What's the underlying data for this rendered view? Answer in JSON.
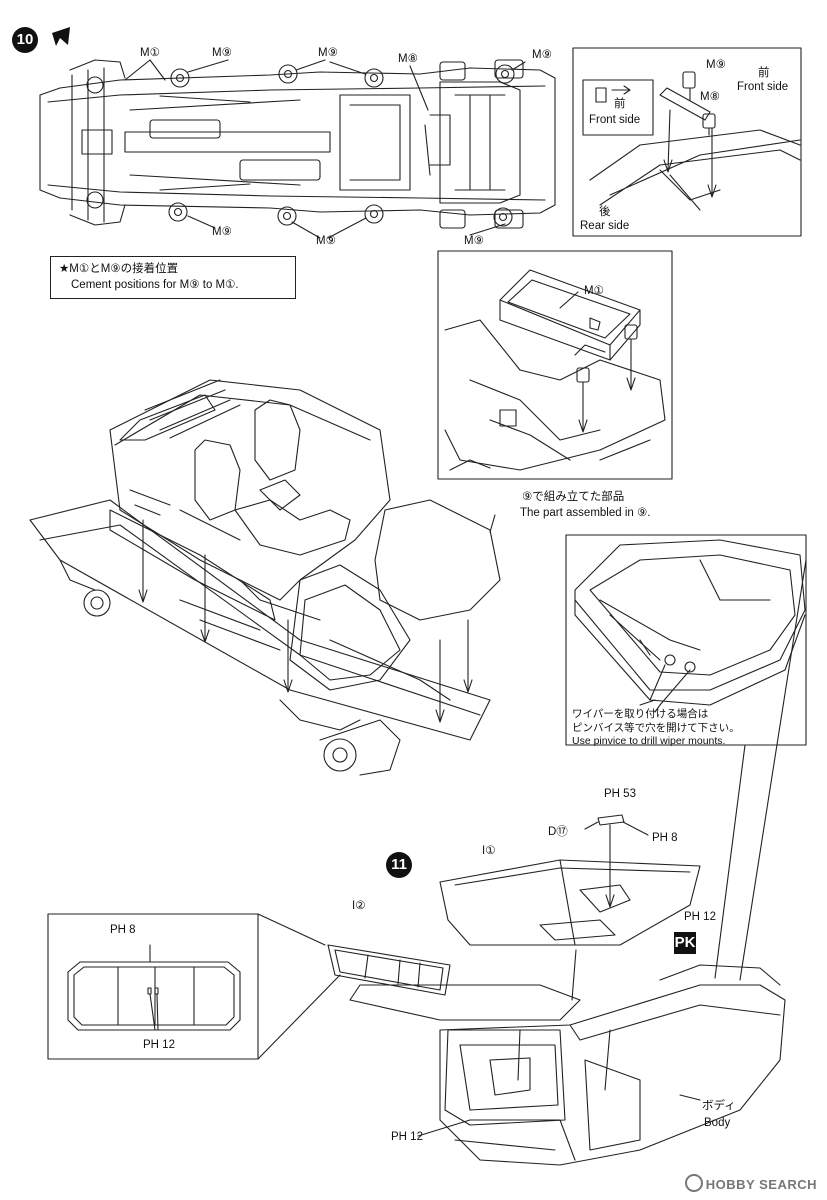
{
  "steps": {
    "ten": "10",
    "eleven": "11"
  },
  "step10": {
    "top_labels": [
      {
        "id": "m1-top",
        "text": "M①"
      },
      {
        "id": "m9-top-a",
        "text": "M⑨"
      },
      {
        "id": "m9-top-b",
        "text": "M⑨"
      },
      {
        "id": "m8-top",
        "text": "M⑧"
      },
      {
        "id": "m9-top-c",
        "text": "M⑨"
      },
      {
        "id": "m9-bot-a",
        "text": "M⑨"
      },
      {
        "id": "m9-bot-b",
        "text": "M⑨"
      },
      {
        "id": "m9-bot-c",
        "text": "M⑨"
      }
    ],
    "cement_note_jp": "★M①とM⑨の接着位置",
    "cement_note_en": "Cement positions for M⑨ to M①.",
    "detail_panel": {
      "m9": "M⑨",
      "m8": "M⑧",
      "front_jp": "前",
      "front_en": "Front side",
      "legend_front_jp": "前",
      "legend_front_en": "Front side",
      "rear_jp": "後",
      "rear_en": "Rear side"
    },
    "m1_detail_label": "M①",
    "assembled_note_jp": "⑨で組み立てた部品",
    "assembled_note_en": "The part assembled in ⑨."
  },
  "step11": {
    "wiper_note_jp1": "ワイパーを取り付ける場合は",
    "wiper_note_jp2": "ピンバイス等で穴を開けて下さい。",
    "wiper_note_en": "Use pinvice to drill wiper mounts.",
    "parts": [
      {
        "id": "ph53",
        "text": "PH 53"
      },
      {
        "id": "d17",
        "text": "D⑰"
      },
      {
        "id": "ph8-top",
        "text": "PH 8"
      },
      {
        "id": "i1",
        "text": "I①"
      },
      {
        "id": "ph12-right",
        "text": "PH 12"
      },
      {
        "id": "i2",
        "text": "I②"
      },
      {
        "id": "ph8-window",
        "text": "PH 8"
      },
      {
        "id": "ph12-window",
        "text": "PH 12"
      },
      {
        "id": "ph12-bottom",
        "text": "PH 12"
      }
    ],
    "body_jp": "ボディ",
    "body_en": "Body",
    "pk_mark": "PK"
  },
  "watermark": "HOBBY SEARCH"
}
